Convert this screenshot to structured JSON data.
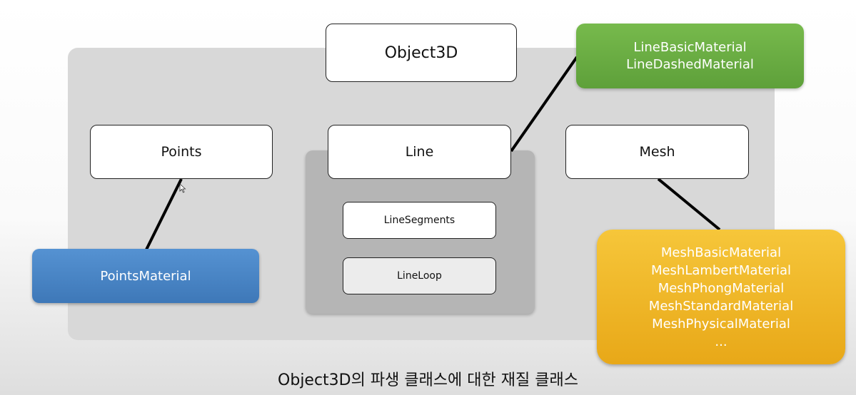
{
  "diagram": {
    "root": "Object3D",
    "subclasses": {
      "points": "Points",
      "line": "Line",
      "mesh": "Mesh"
    },
    "line_subclasses": [
      "LineSegments",
      "LineLoop"
    ],
    "materials": {
      "points": [
        "PointsMaterial"
      ],
      "line": [
        "LineBasicMaterial",
        "LineDashedMaterial"
      ],
      "mesh": [
        "MeshBasicMaterial",
        "MeshLambertMaterial",
        "MeshPhongMaterial",
        "MeshStandardMaterial",
        "MeshPhysicalMaterial",
        "..."
      ]
    },
    "caption": "Object3D의 파생 클래스에 대한 재질 클래스"
  },
  "colors": {
    "points_material": "#4a86c6",
    "line_material": "#6aad42",
    "mesh_material": "#f0b72a"
  }
}
